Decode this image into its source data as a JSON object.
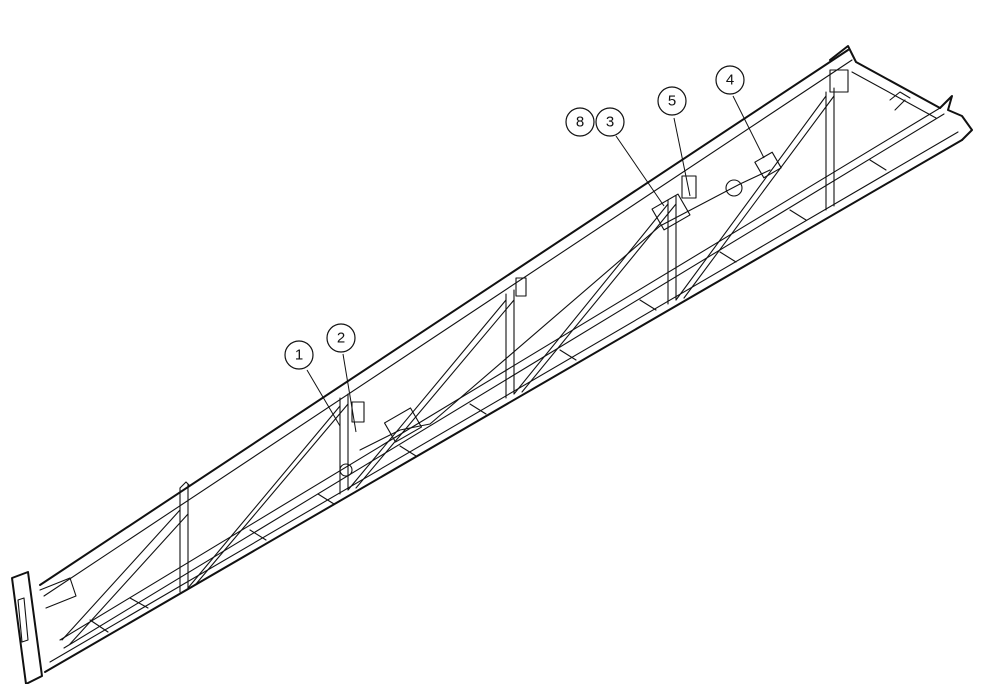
{
  "callouts": [
    {
      "id": "c1",
      "label": "1"
    },
    {
      "id": "c2",
      "label": "2"
    },
    {
      "id": "c8",
      "label": "8"
    },
    {
      "id": "c3",
      "label": "3"
    },
    {
      "id": "c5",
      "label": "5"
    },
    {
      "id": "c4",
      "label": "4"
    }
  ]
}
